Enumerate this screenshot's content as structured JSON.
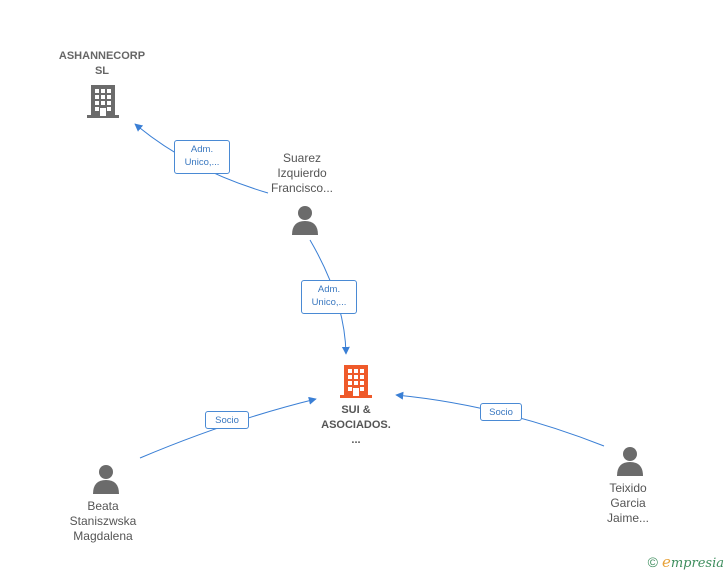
{
  "colors": {
    "edge": "#3a7fd5",
    "node_gray": "#6b6b6b",
    "focal": "#ef5a2a",
    "brand": "#3e8e5e",
    "brand_accent": "#e8a23a"
  },
  "nodes": {
    "ashannecorp": {
      "label": "ASHANNECORP\nSL",
      "icon": "building-icon"
    },
    "suarez": {
      "label": "Suarez\nIzquierdo\nFrancisco...",
      "icon": "person-icon"
    },
    "sui": {
      "label": "SUI &\nASOCIADOS.\n...",
      "icon": "building-icon"
    },
    "beata": {
      "label": "Beata\nStaniszwska\nMagdalena",
      "icon": "person-icon"
    },
    "teixido": {
      "label": "Teixido\nGarcia\nJaime...",
      "icon": "person-icon"
    }
  },
  "edges": {
    "suarez_to_ashannecorp": {
      "label": "Adm.\nUnico,..."
    },
    "suarez_to_sui": {
      "label": "Adm.\nUnico,..."
    },
    "beata_to_sui": {
      "label": "Socio"
    },
    "teixido_to_sui": {
      "label": "Socio"
    }
  },
  "footer": {
    "copyright_symbol": "©",
    "brand_first": "e",
    "brand_rest": "mpresia"
  }
}
